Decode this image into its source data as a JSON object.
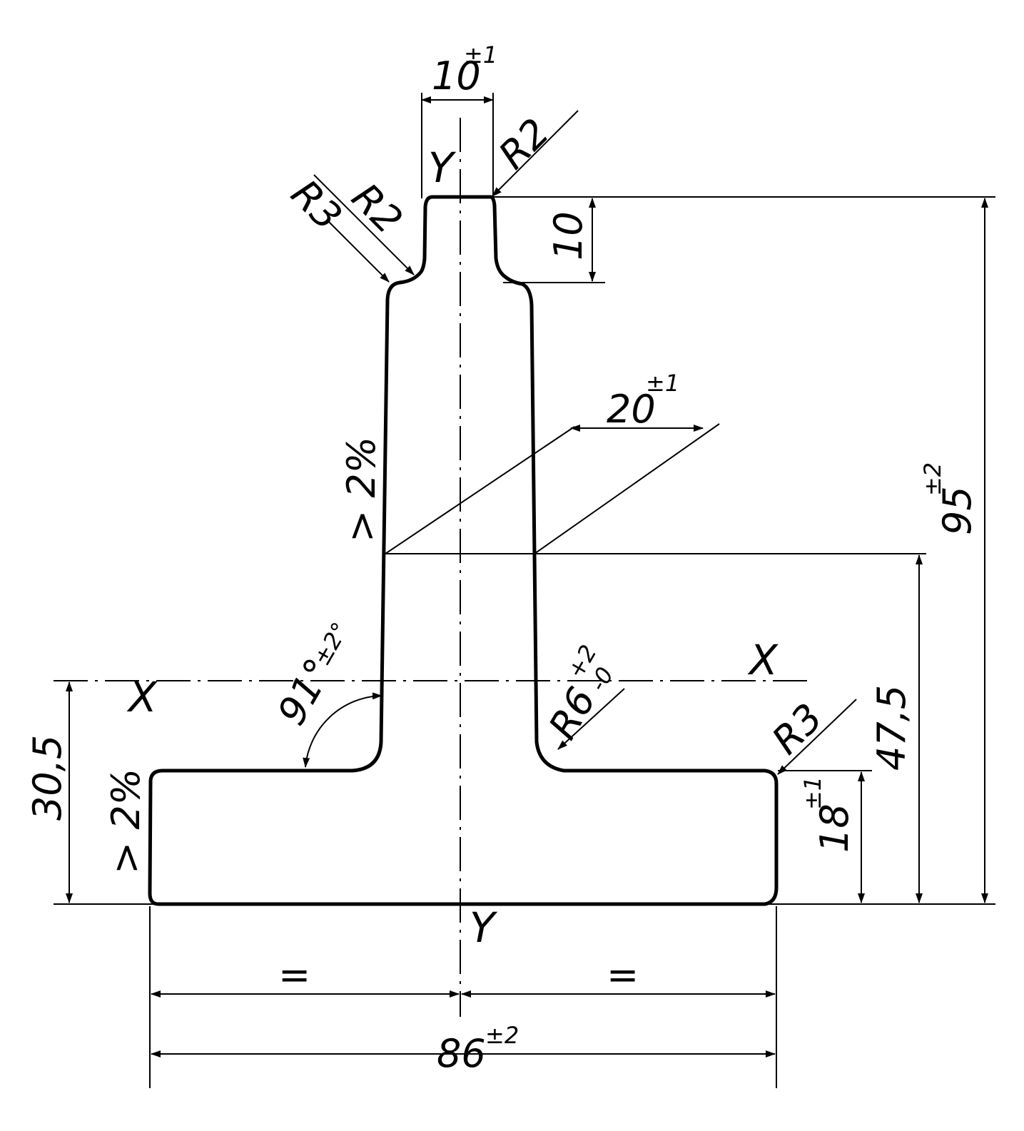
{
  "axes": {
    "x_left": "X",
    "x_right": "X",
    "y_top": "Y",
    "y_bottom": "Y"
  },
  "dimensions": {
    "stem_tip_width": {
      "value": "10",
      "tol": "±1"
    },
    "tip_height": "10",
    "total_height": {
      "value": "95",
      "tol": "±2"
    },
    "web_width": {
      "value": "20",
      "tol": "±1"
    },
    "web_height": "47,5",
    "x_axis_height": "30,5",
    "flange_height": {
      "value": "18",
      "tol": "±1"
    },
    "total_width": {
      "value": "86",
      "tol": "±2"
    },
    "equal_left": "=",
    "equal_right": "="
  },
  "radii": {
    "tip_top": "R2",
    "tip_neck_r2": "R2",
    "tip_neck_r3": "R3",
    "web_flange": {
      "value": "R6",
      "tol_plus": "+2",
      "tol_minus": "-0"
    },
    "flange_corner": "R3"
  },
  "angle": {
    "value": "91°",
    "tol": "±2°"
  },
  "tapers": {
    "web": "2%",
    "flange": "2%"
  }
}
